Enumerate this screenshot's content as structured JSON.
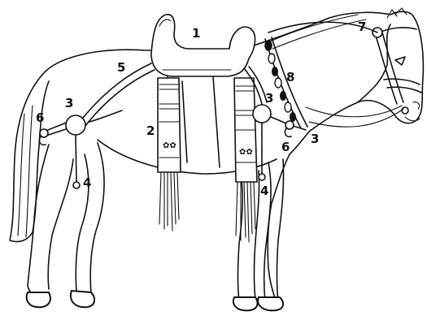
{
  "colors": {
    "line": "#111111",
    "background": "#ffffff"
  },
  "labels": {
    "saddle": "1",
    "saddle_bag": "2",
    "crupper_disc": "3",
    "breast_disc": "3",
    "throat_disc": "3",
    "crupper_pendant": "4",
    "breast_pendant": "4",
    "crupper_strap": "5",
    "crupper_ring": "6",
    "breast_ring": "6",
    "bridle": "7",
    "beaded_collar": "8"
  }
}
